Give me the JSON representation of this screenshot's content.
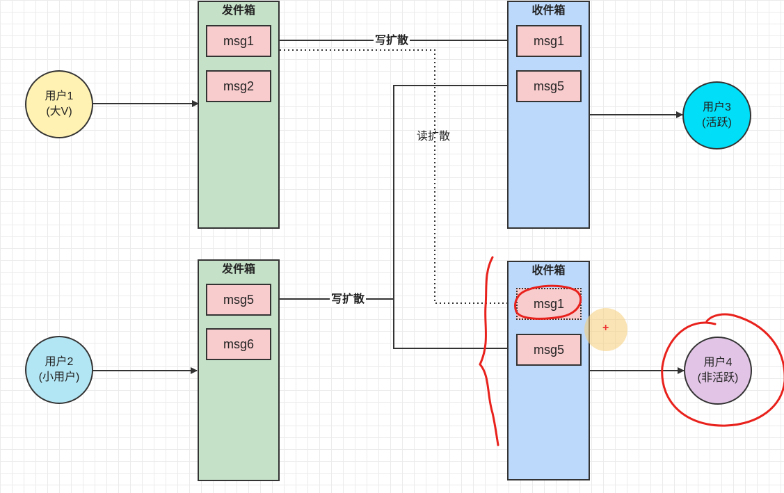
{
  "outbox_title": "发件箱",
  "inbox_title": "收件箱",
  "outbox_top": {
    "messages": [
      "msg1",
      "msg2"
    ]
  },
  "outbox_bottom": {
    "messages": [
      "msg5",
      "msg6"
    ]
  },
  "inbox_top": {
    "messages": [
      "msg1",
      "msg5"
    ]
  },
  "inbox_bottom": {
    "messages": [
      "msg1",
      "msg5"
    ]
  },
  "users": [
    {
      "line1": "用户1",
      "line2": "(大V)",
      "color": "#fff2b3"
    },
    {
      "line1": "用户2",
      "line2": "(小用户)",
      "color": "#b3e6f4"
    },
    {
      "line1": "用户3",
      "line2": "(活跃)",
      "color": "#00dff7"
    },
    {
      "line1": "用户4",
      "line2": "(非活跃)",
      "color": "#e2c5e6"
    }
  ],
  "labels": {
    "write_fanout_top": "写扩散",
    "write_fanout_bottom": "写扩散",
    "read_fanout": "读扩散"
  },
  "annotation_color": "#e8211c"
}
